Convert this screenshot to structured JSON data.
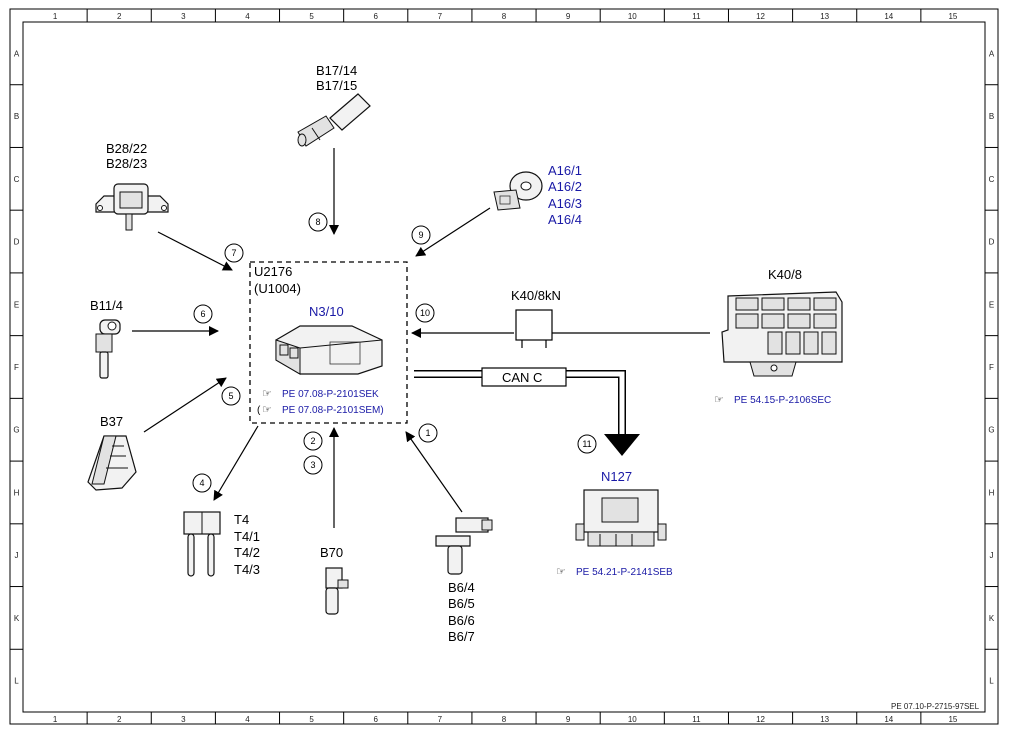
{
  "grid": {
    "columns": [
      "1",
      "2",
      "3",
      "4",
      "5",
      "6",
      "7",
      "8",
      "9",
      "10",
      "11",
      "12",
      "13",
      "14",
      "15"
    ],
    "rows": [
      "A",
      "B",
      "C",
      "D",
      "E",
      "F",
      "G",
      "H",
      "J",
      "K",
      "L"
    ]
  },
  "ecu": {
    "title": "U2176",
    "subtitle": "(U1004)",
    "label": "N3/10",
    "ref1": "PE 07.08-P-2101SEK",
    "ref2_open": "(",
    "ref2": "PE 07.08-P-2101SEM)"
  },
  "components": {
    "b17": [
      "B17/14",
      "B17/15"
    ],
    "b28": [
      "B28/22",
      "B28/23"
    ],
    "a16": [
      "A16/1",
      "A16/2",
      "A16/3",
      "A16/4"
    ],
    "b11": "B11/4",
    "b37": "B37",
    "t4": [
      "T4",
      "T4/1",
      "T4/2",
      "T4/3"
    ],
    "b70": "B70",
    "b6": [
      "B6/4",
      "B6/5",
      "B6/6",
      "B6/7"
    ],
    "relay": "K40/8kN",
    "fusebox": "K40/8",
    "fusebox_ref": "PE 54.15-P-2106SEC",
    "can": "CAN C",
    "n127": "N127",
    "n127_ref": "PE 54.21-P-2141SEB"
  },
  "connections": [
    "1",
    "2",
    "3",
    "4",
    "5",
    "6",
    "7",
    "8",
    "9",
    "10",
    "11"
  ],
  "footer": "PE 07.10-P-2715-97SEL",
  "colors": {
    "link": "#1a1aa6",
    "line": "#000000"
  }
}
